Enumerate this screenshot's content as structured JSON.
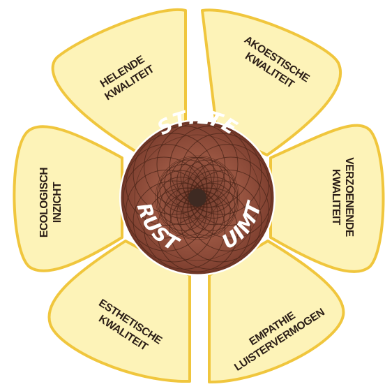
{
  "center": {
    "words": {
      "top": "STILTE",
      "left": "RUST",
      "right": "RUIMTE"
    },
    "colors": {
      "fill": "#8f4a38",
      "rim": "#7a3b2c",
      "line": "#4a2418",
      "core": "#3e2a22"
    }
  },
  "petals": [
    {
      "id": "helende",
      "lines": [
        "HELENDE",
        "KWALITEIT"
      ]
    },
    {
      "id": "akoestische",
      "lines": [
        "AKOESTISCHE",
        "KWALITEIT"
      ]
    },
    {
      "id": "verzoenende",
      "lines": [
        "VERZOENENDE",
        "KWALITEIT"
      ]
    },
    {
      "id": "empathie",
      "lines": [
        "EMPATHIE",
        "LUISTERVERMOGEN"
      ]
    },
    {
      "id": "esthetische",
      "lines": [
        "ESTHETISCHE",
        "KWALITEIT"
      ]
    },
    {
      "id": "ecologisch",
      "lines": [
        "ECOLOGISCH",
        "INZICHT"
      ]
    }
  ],
  "colors": {
    "petal_fill": "#fdf3b8",
    "petal_stroke": "#f0c63d",
    "text": "#2a1d16"
  }
}
